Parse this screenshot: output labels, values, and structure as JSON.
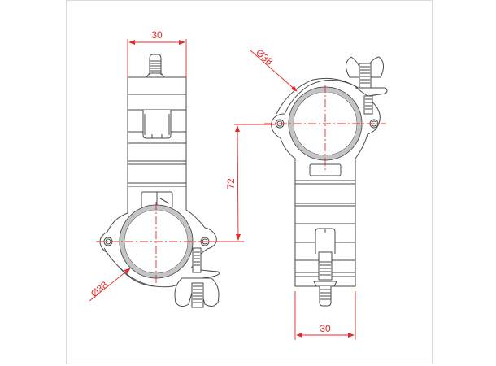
{
  "drawing": {
    "title": "Half coupler clamp technical drawing",
    "colors": {
      "outline": "#4a4a4a",
      "dimension": "#e32b2b",
      "tube_ring": "#c4c4c4",
      "frame": "#d9d9d9",
      "background": "#ffffff"
    },
    "views": [
      {
        "name": "left-view",
        "dimensions": {
          "width_top": "30",
          "tube_diameter": "Ø38"
        }
      },
      {
        "name": "right-view",
        "dimensions": {
          "tube_diameter": "Ø38",
          "center_distance": "72",
          "width_bottom": "30"
        }
      }
    ],
    "labels": {
      "left_width": "30",
      "left_diameter": "Ø38",
      "right_diameter": "Ø38",
      "center_distance": "72",
      "right_width": "30"
    }
  }
}
